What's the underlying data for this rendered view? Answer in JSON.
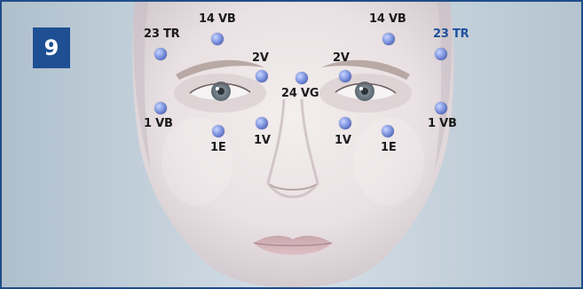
{
  "figure_number": "9",
  "colors": {
    "frame": "#1f4d87",
    "badge": "#1e4f93",
    "point": "#6b83d6",
    "label_dark": "#1a1a1a",
    "label_accent": "#1f4f9a"
  },
  "points": [
    {
      "id": "tr23-right",
      "label": "23 TR"
    },
    {
      "id": "vb14-right",
      "label": "14 VB"
    },
    {
      "id": "v2-right",
      "label": "2V"
    },
    {
      "id": "vg24",
      "label": "24 VG"
    },
    {
      "id": "v2-left",
      "label": "2V"
    },
    {
      "id": "vb14-left",
      "label": "14 VB"
    },
    {
      "id": "tr23-left",
      "label": "23 TR"
    },
    {
      "id": "vb1-right",
      "label": "1 VB"
    },
    {
      "id": "e1-right",
      "label": "1E"
    },
    {
      "id": "v1-right",
      "label": "1V"
    },
    {
      "id": "v1-left",
      "label": "1V"
    },
    {
      "id": "e1-left",
      "label": "1E"
    },
    {
      "id": "vb1-left",
      "label": "1 VB"
    }
  ]
}
